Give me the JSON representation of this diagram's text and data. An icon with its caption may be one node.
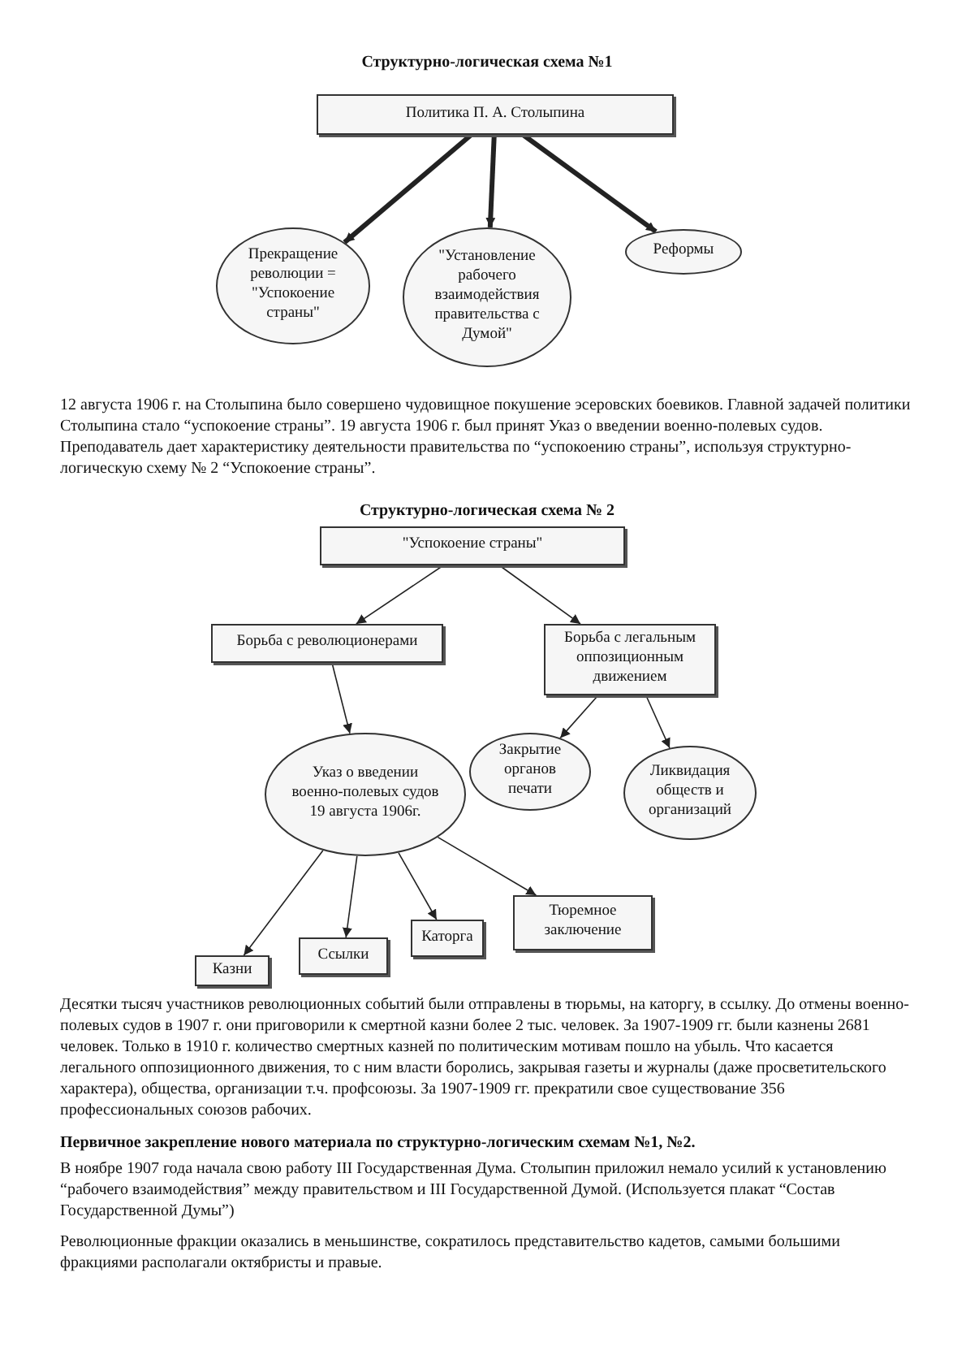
{
  "diagram": {
    "nodes": [
      {
        "text": [
          "Политика П. А. Столыпина"
        ]
      },
      {
        "text": [
          "Прекращение революции = \"Успокоение страны\""
        ]
      },
      {
        "text": [
          "\"Установление рабочего взаимодействия правительства с Думой\""
        ]
      },
      {
        "text": [
          "Реформы"
        ]
      },
      {
        "text": [
          "\"Успокоение страны\""
        ]
      },
      {
        "text": [
          "Борьба с революционерами"
        ]
      },
      {
        "text": [
          "Борьба с легальным оппозиционным движением"
        ]
      },
      {
        "text": [
          "Указ о введении военно-полевых судов 19 августа 1906г."
        ]
      },
      {
        "text": [
          "Закрытие органов печати"
        ]
      },
      {
        "text": [
          "Ликвидация обществ и организаций"
        ]
      },
      {
        "text": [
          "Казни"
        ]
      },
      {
        "text": [
          "Ссылки"
        ]
      },
      {
        "text": [
          "Каторга"
        ]
      },
      {
        "text": [
          "Тюремное заключение"
        ]
      }
    ],
    "edges": [
      {
        "from": 0,
        "to": 1,
        "arrow": "to",
        "style": "thick"
      },
      {
        "from": 0,
        "to": 2,
        "arrow": "to",
        "style": "thick"
      },
      {
        "from": 0,
        "to": 3,
        "arrow": "to",
        "style": "thick"
      },
      {
        "from": 4,
        "to": 5,
        "arrow": "to"
      },
      {
        "from": 4,
        "to": 6,
        "arrow": "to"
      },
      {
        "from": 5,
        "to": 7,
        "arrow": "to"
      },
      {
        "from": 6,
        "to": 8,
        "arrow": "to"
      },
      {
        "from": 6,
        "to": 9,
        "arrow": "to"
      },
      {
        "from": 7,
        "to": 10,
        "arrow": "to"
      },
      {
        "from": 7,
        "to": 11,
        "arrow": "to"
      },
      {
        "from": 7,
        "to": 12,
        "arrow": "to"
      },
      {
        "from": 7,
        "to": 13,
        "arrow": "to"
      }
    ],
    "labels": [
      "Структурно-логическая схема №1",
      "12 августа 1906 г. на Столыпина было совершено чудовищное покушение эсеровских боевиков. Главной задачей политики Столыпина стало “успокоение страны”. 19 августа 1906 г. был принят Указ о введении военно-полевых судов. Преподаватель дает характеристику деятельности правительства по “успокоению страны”, используя структурно-логическую схему № 2 “Успокоение страны”.",
      "Структурно-логическая схема № 2",
      "Десятки тысяч участников революционных событий были отправлены в тюрьмы, на каторгу, в ссылку. До отмены военно-полевых судов в 1907 г. они приговорили к смертной казни более 2 тыс. человек. За 1907-1909 гг. были казнены 2681 человек. Только в 1910 г. количество смертных казней по политическим мотивам пошло на убыль. Что касается легального оппозиционного движения, то с ним власти боролись, закрывая газеты и журналы (даже просветительского характера), общества, организации т.ч. профсоюзы. За 1907-1909 гг. прекратили свое существование 356 профессиональных союзов рабочих.",
      "Первичное закрепление нового материала по структурно-логическим схемам №1, №2.",
      "В ноябре 1907 года начала свою работу III Государственная Дума. Столыпин приложил немало усилий к установлению “рабочего взаимодействия” между правительством и III Государственной Думой. (Используется плакат “Состав Государственной Думы”)",
      "Революционные фракции оказались в меньшинстве, сократилось представительство кадетов, самыми большими фракциями располагали октябристы и правые."
    ]
  }
}
